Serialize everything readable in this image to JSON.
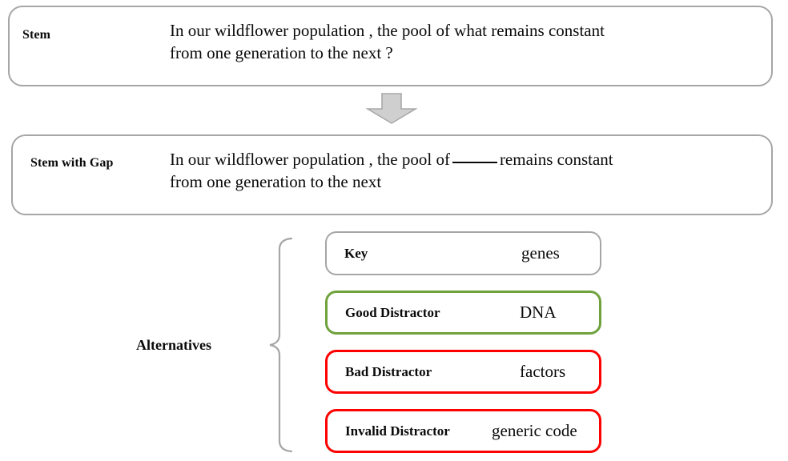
{
  "colors": {
    "gray_border": "#a6a6a6",
    "green_border": "#6fa23d",
    "red_border": "#fe0000",
    "text": "#0a0a0a",
    "arrow_fill": "#cfcfcf",
    "arrow_stroke": "#a6a6a6",
    "background": "#ffffff"
  },
  "stem": {
    "label": "Stem",
    "text_line1": "In our wildflower population , the pool of  what remains constant",
    "text_line2": "from one generation to the next ?"
  },
  "stem_with_gap": {
    "label": "Stem with Gap",
    "text_before_gap": "In our wildflower population , the pool of",
    "gap_marker": "_____",
    "text_after_gap": "remains constant",
    "text_line2": "from one generation to the next"
  },
  "flow": {
    "arrow_icon": "arrow-down-icon",
    "direction": "down"
  },
  "alternatives": {
    "group_label": "Alternatives",
    "bracket_icon": "curly-brace-left-icon",
    "items": [
      {
        "label": "Key",
        "value": "genes",
        "border_color": "#a6a6a6",
        "kind": "key"
      },
      {
        "label": "Good Distractor",
        "value": "DNA",
        "border_color": "#6fa23d",
        "kind": "good-distractor"
      },
      {
        "label": "Bad Distractor",
        "value": "factors",
        "border_color": "#fe0000",
        "kind": "bad-distractor"
      },
      {
        "label": "Invalid Distractor",
        "value": "generic code",
        "border_color": "#fe0000",
        "kind": "invalid-distractor"
      }
    ]
  }
}
